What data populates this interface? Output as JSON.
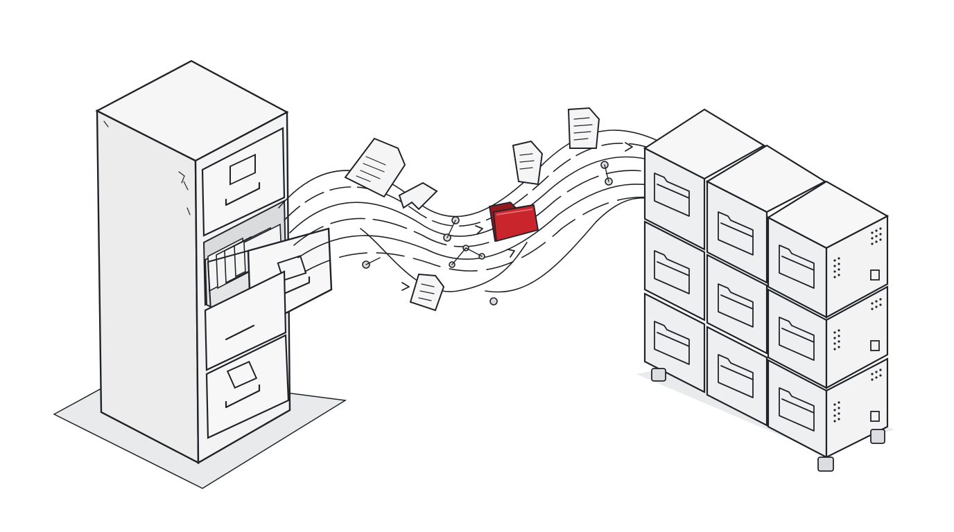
{
  "illustration": {
    "subject": "data-migration",
    "source": {
      "icon": "filing-cabinet-icon",
      "drawers": 4,
      "open_drawer_index": 2
    },
    "transfer": {
      "documents_in_flight": 6,
      "highlighted_item_icon": "folder-icon"
    },
    "destination": {
      "icon": "server-storage-grid-icon",
      "rows": 3,
      "columns": 3,
      "unit_icon": "folder-icon"
    }
  },
  "colors": {
    "ink": "#1f2328",
    "panel_fill": "#f2f3f4",
    "panel_side": "#e6e7e9",
    "shadow": "#e9eaec",
    "accent": "#c8252c",
    "accent_dark": "#8f1a1f"
  }
}
